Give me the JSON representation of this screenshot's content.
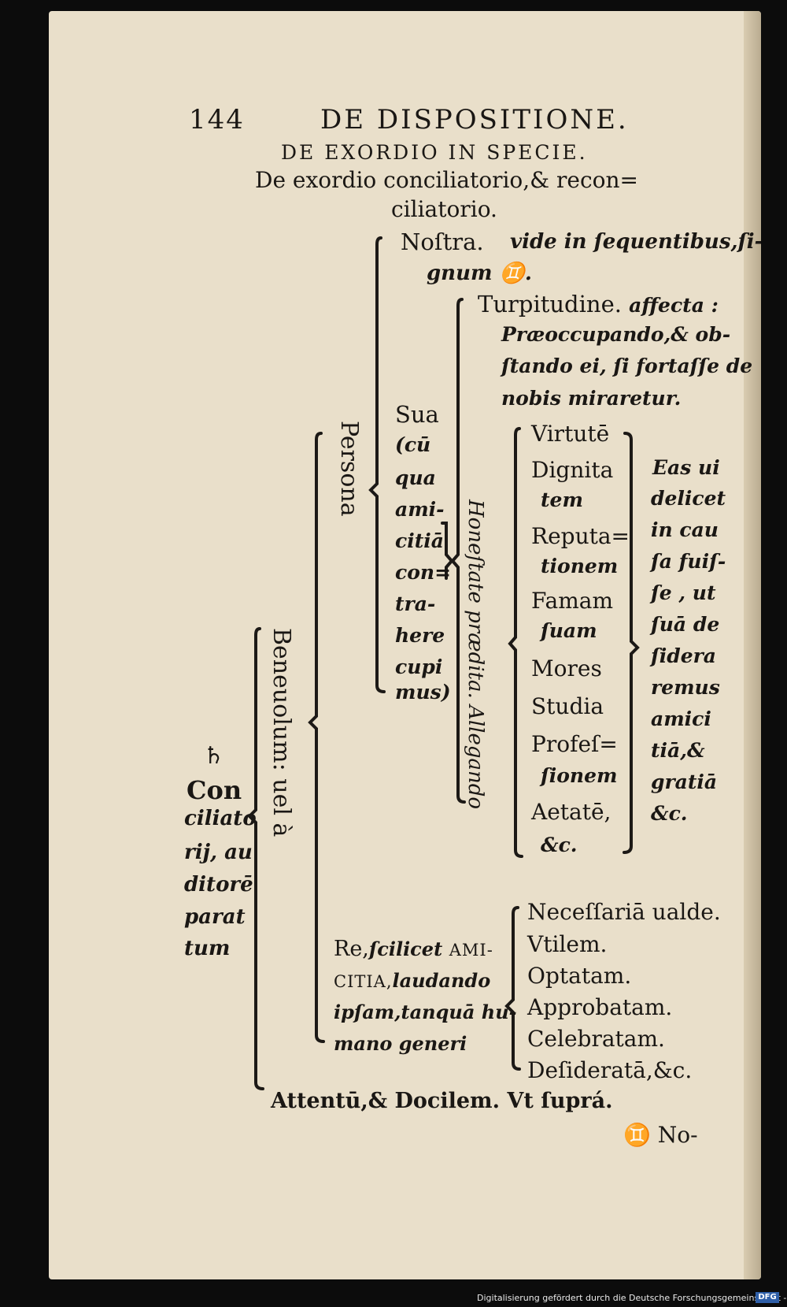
{
  "header": {
    "page_number": "144",
    "running_title": "DE DISPOSITIONE.",
    "section_title": "DE EXORDIO IN SPECIE.",
    "subtitle_line1": "De exordio conciliatorio,& recon=",
    "subtitle_line2": "ciliatorio."
  },
  "root": {
    "symbol": "♄",
    "lines": [
      "Con",
      "ciliato",
      "rij, au",
      "ditorē",
      "parat",
      "tum"
    ]
  },
  "beneuolum": "Beneuolum: uel à",
  "persona": "Persona",
  "nostra": {
    "label": "Noſtra.",
    "note_line1": "vide in ſequentibus,ſi-",
    "note_line2": "gnum ♊."
  },
  "sua": {
    "lines": [
      "Sua",
      "(cū",
      "qua",
      "ami-",
      "citiā",
      "con=",
      "tra-",
      "here",
      "cupi",
      "mus)"
    ]
  },
  "turpitudine": {
    "line1_roman": "Turpitudine.",
    "line1_italic": "affecta :",
    "line2": "Præoccupando,& ob-",
    "line3": "ſtando ei, ſi fortaſſe de",
    "line4": "nobis miraretur."
  },
  "honestate": "Honeſtate prædita. Allegando",
  "qualities": [
    "Virtutē",
    "Dignita",
    "tem",
    "Reputa=",
    "tionem",
    "Famam",
    "ſuam",
    "Mores",
    "Studia",
    "Profeſ=",
    "ſionem",
    "Aetatē,",
    "&c."
  ],
  "eas_note": [
    "Eas ui",
    "delicet",
    "in cau",
    "ſa fuiſ-",
    "ſe , ut",
    "ſuā de",
    "ſidera",
    "remus",
    "amici",
    "tiā,&",
    "gratiā",
    "&c."
  ],
  "re": {
    "line1_roman": "Re,",
    "line1_italic": "ſcilicet",
    "line1_caps": "AMI-",
    "line2_caps": "CITIA,",
    "line2_italic": "laudando",
    "line3": "ipſam,tanquā hu-",
    "line4": "mano generi"
  },
  "re_items": [
    "Neceſſariā ualde.",
    "Vtilem.",
    "Optatam.",
    "Approbatam.",
    "Celebratam.",
    "Deſideratā,&c."
  ],
  "attentum": "Attentū,& Docilem. Vt ſuprá.",
  "catchword": "♊ No-",
  "footer": {
    "credit": "Digitalisierung gefördert durch die Deutsche Forschungsgemeinschaft -",
    "logo_text": "DFG"
  }
}
